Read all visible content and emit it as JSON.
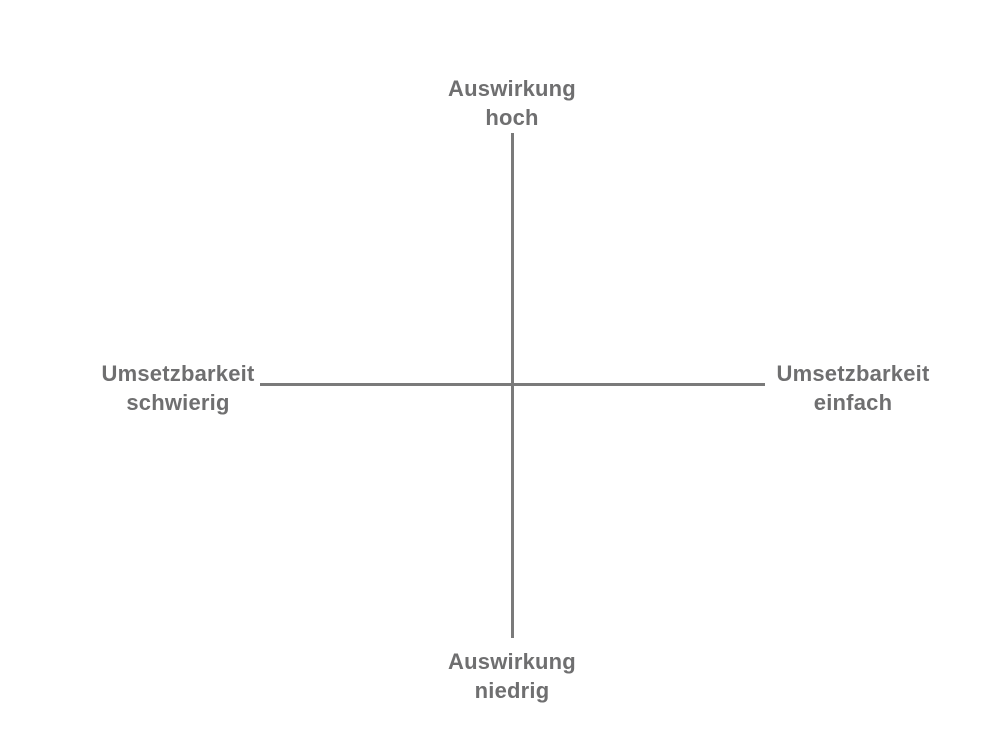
{
  "diagram": {
    "top": {
      "line1": "Auswirkung",
      "line2": "hoch"
    },
    "bottom": {
      "line1": "Auswirkung",
      "line2": "niedrig"
    },
    "left": {
      "line1": "Umsetzbarkeit",
      "line2": "schwierig"
    },
    "right": {
      "line1": "Umsetzbarkeit",
      "line2": "einfach"
    },
    "axis_color": "#7a7a7a",
    "label_color": "#6f6f70"
  }
}
